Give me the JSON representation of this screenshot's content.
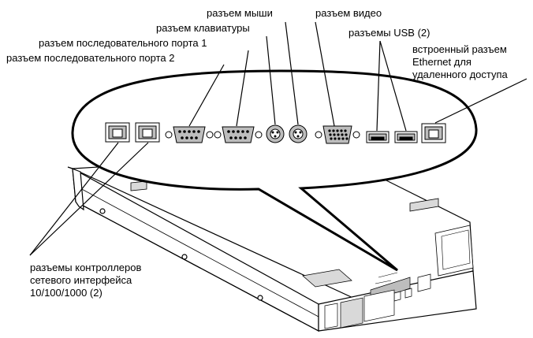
{
  "labels": {
    "mouse": "разъем мыши",
    "video": "разъем видео",
    "keyboard": "разъем клавиатуры",
    "usb": "разъемы USB (2)",
    "serial1": "разъем последовательного порта 1",
    "serial2": "разъем последовательного порта 2",
    "ethernet_remote": [
      "встроенный разъем",
      "Ethernet для",
      "удаленного доступа"
    ],
    "nic": [
      "разъемы контроллеров",
      "сетевого интерфейса",
      "10/100/1000 (2)"
    ]
  },
  "colors": {
    "ink": "#000000",
    "background": "#ffffff",
    "chassis_shade": "#d9d9d9",
    "connector_fill": "#bdbdbd"
  },
  "icons": [
    "rj45-port-icon",
    "db9-serial-port-icon",
    "ps2-port-icon",
    "vga-port-icon",
    "usb-port-icon"
  ]
}
